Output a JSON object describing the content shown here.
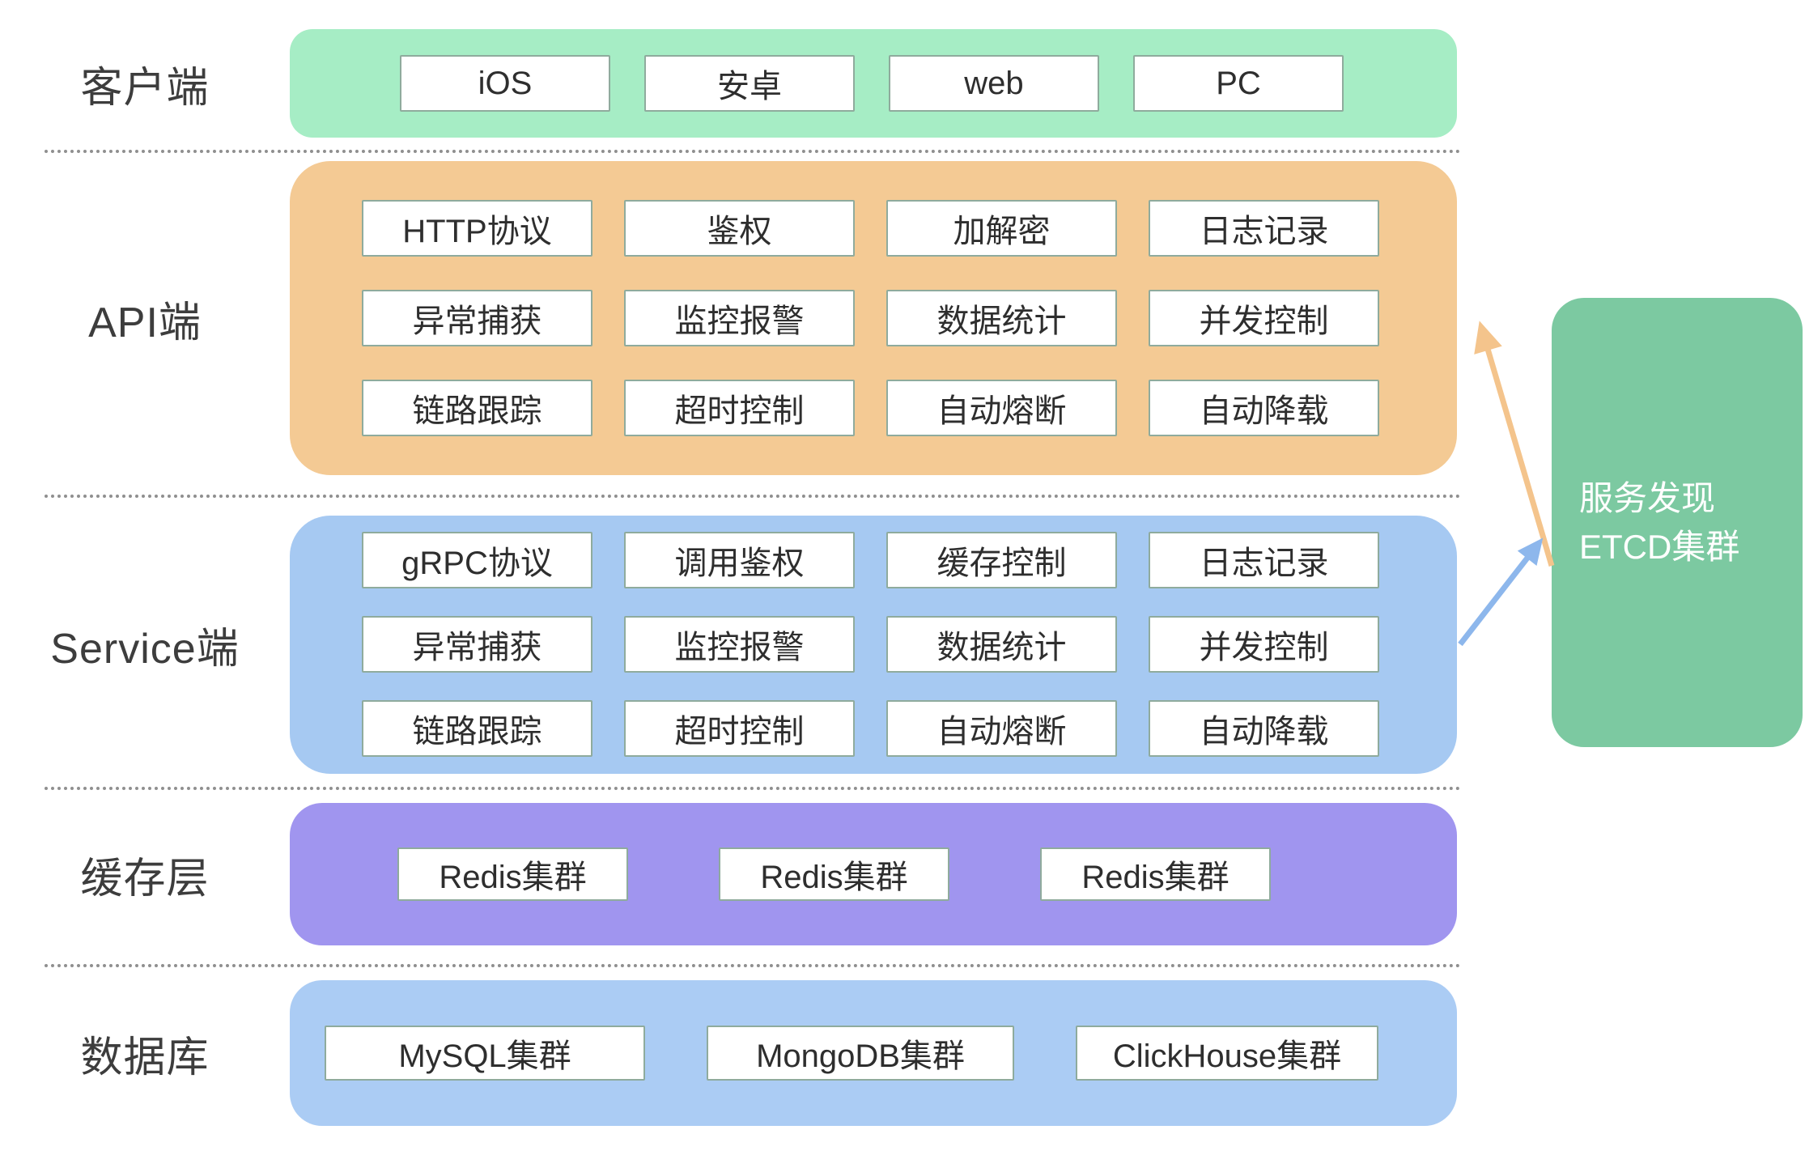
{
  "layers": {
    "client": {
      "label": "客户端",
      "items": [
        "iOS",
        "安卓",
        "web",
        "PC"
      ]
    },
    "api": {
      "label": "API端",
      "rows": [
        [
          "HTTP协议",
          "鉴权",
          "加解密",
          "日志记录"
        ],
        [
          "异常捕获",
          "监控报警",
          "数据统计",
          "并发控制"
        ],
        [
          "链路跟踪",
          "超时控制",
          "自动熔断",
          "自动降载"
        ]
      ]
    },
    "service": {
      "label": "Service端",
      "rows": [
        [
          "gRPC协议",
          "调用鉴权",
          "缓存控制",
          "日志记录"
        ],
        [
          "异常捕获",
          "监控报警",
          "数据统计",
          "并发控制"
        ],
        [
          "链路跟踪",
          "超时控制",
          "自动熔断",
          "自动降载"
        ]
      ]
    },
    "cache": {
      "label": "缓存层",
      "items": [
        "Redis集群",
        "Redis集群",
        "Redis集群"
      ]
    },
    "database": {
      "label": "数据库",
      "items": [
        "MySQL集群",
        "MongoDB集群",
        "ClickHouse集群"
      ]
    }
  },
  "etcd": {
    "line1": "服务发现",
    "line2": "ETCD集群"
  },
  "colors": {
    "client_bg": "#a6edc5",
    "api_bg": "#f4ca94",
    "service_bg": "#a6c9f2",
    "cache_bg": "#a095ef",
    "database_bg": "#abccf4",
    "etcd_bg": "#7cc9a1",
    "node_border": "#8fab9d",
    "arrow_orange": "#f4c48c",
    "arrow_blue": "#8db7ec",
    "separator": "#8f8f8f"
  }
}
